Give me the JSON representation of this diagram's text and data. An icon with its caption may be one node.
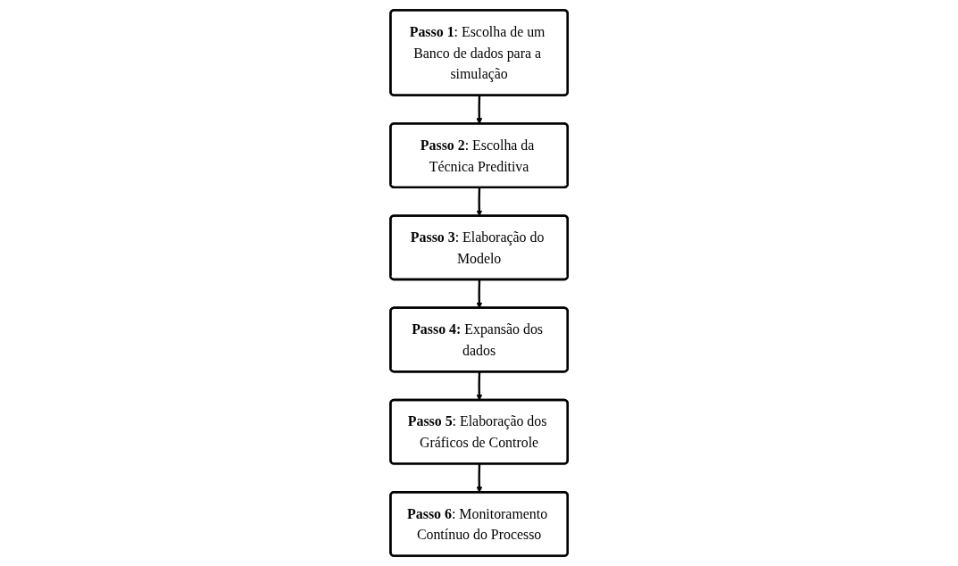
{
  "diagram": {
    "nodes": [
      {
        "text": [
          "**Passo 1**: Escolha de um Banco de dados para a simulação"
        ]
      },
      {
        "text": [
          "**Passo 2**: Escolha da Técnica Preditiva"
        ]
      },
      {
        "text": [
          "**Passo 3**: Elaboração do Modelo"
        ]
      },
      {
        "text": [
          "**Passo 4:** Expansão dos dados"
        ]
      },
      {
        "text": [
          "**Passo 5**: Elaboração dos Gráficos de Controle"
        ]
      },
      {
        "text": [
          "**Passo 6**: Monitoramento Contínuo do Processo"
        ]
      }
    ],
    "edges": [
      {
        "from": 0,
        "to": 1,
        "arrow": "to"
      },
      {
        "from": 1,
        "to": 2,
        "arrow": "to"
      },
      {
        "from": 2,
        "to": 3,
        "arrow": "to"
      },
      {
        "from": 3,
        "to": 4,
        "arrow": "to"
      },
      {
        "from": 4,
        "to": 5,
        "arrow": "to"
      }
    ]
  }
}
